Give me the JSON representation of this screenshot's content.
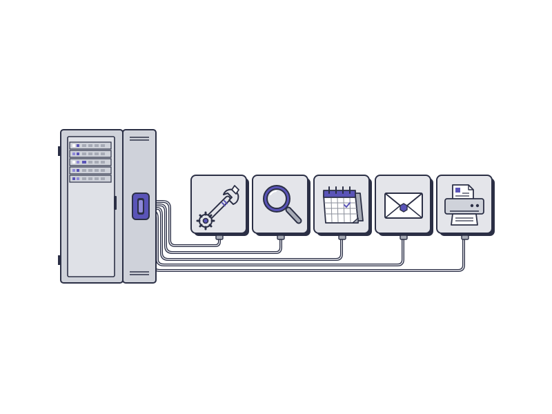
{
  "colors": {
    "outline": "#2b2f45",
    "rack_fill": "#cfd2da",
    "rack_panel": "#dfe1e7",
    "tile_fill": "#e4e5ea",
    "tile_shadow": "#2b2f45",
    "accent": "#5a54b8",
    "accent_light": "#8f8ad8",
    "led_gray": "#a7abb6",
    "cable": "#2b2f45",
    "cable_inner": "#e9eaf0"
  },
  "server": {
    "icon": "server-rack-icon"
  },
  "tiles": [
    {
      "name": "tools",
      "icon": "wrench-gear-icon"
    },
    {
      "name": "search",
      "icon": "magnifier-icon"
    },
    {
      "name": "calendar",
      "icon": "calendar-icon"
    },
    {
      "name": "mail",
      "icon": "envelope-icon"
    },
    {
      "name": "printer",
      "icon": "printer-icon"
    }
  ]
}
